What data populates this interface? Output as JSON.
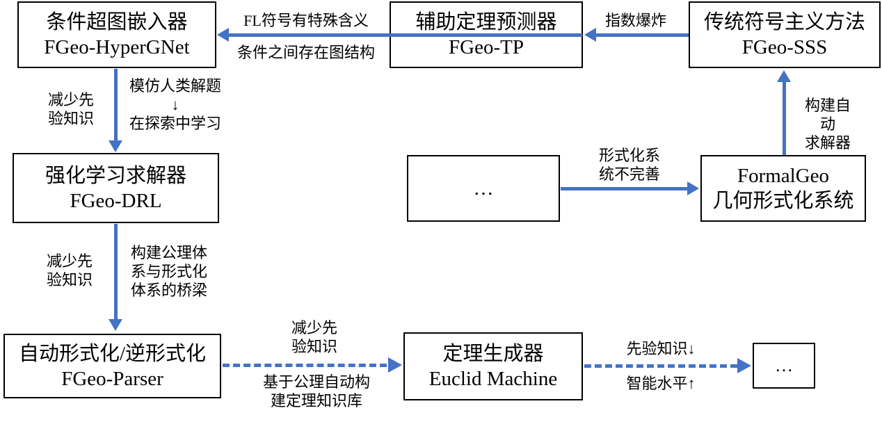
{
  "colors": {
    "arrow": "#4472C4",
    "box_border": "#000000",
    "text": "#000000"
  },
  "boxes": {
    "hypergnet": {
      "title": "条件超图嵌入器",
      "subtitle": "FGeo-HyperGNet"
    },
    "tp": {
      "title": "辅助定理预测器",
      "subtitle": "FGeo-TP"
    },
    "sss": {
      "title": "传统符号主义方法",
      "subtitle": "FGeo-SSS"
    },
    "drl": {
      "title": "强化学习求解器",
      "subtitle": "FGeo-DRL"
    },
    "dots_mid": {
      "title": "…"
    },
    "formalgeo": {
      "title": "FormalGeo",
      "subtitle": "几何形式化系统"
    },
    "parser": {
      "title": "自动形式化/逆形式化",
      "subtitle": "FGeo-Parser"
    },
    "euclid": {
      "title": "定理生成器",
      "subtitle": "Euclid Machine"
    },
    "dots_end": {
      "title": "…"
    }
  },
  "edge_labels": {
    "tp_to_hypergnet_above": "FL符号有特殊含义",
    "tp_to_hypergnet_below": "条件之间存在图结构",
    "sss_to_tp_above": "指数爆炸",
    "hypergnet_to_drl_left": "减少先\n验知识",
    "hypergnet_to_drl_right": "模仿人类解题\n↓\n在探索中学习",
    "formalgeo_to_sss_right": "构建自动\n求解器",
    "dots_to_formalgeo_above": "形式化系\n统不完善",
    "drl_to_parser_left": "减少先\n验知识",
    "drl_to_parser_right": "构建公理体\n系与形式化\n体系的桥梁",
    "parser_to_euclid_above": "减少先\n验知识",
    "parser_to_euclid_below": "基于公理自动构\n建定理知识库",
    "euclid_to_dots_above": "先验知识↓",
    "euclid_to_dots_below": "智能水平↑"
  }
}
